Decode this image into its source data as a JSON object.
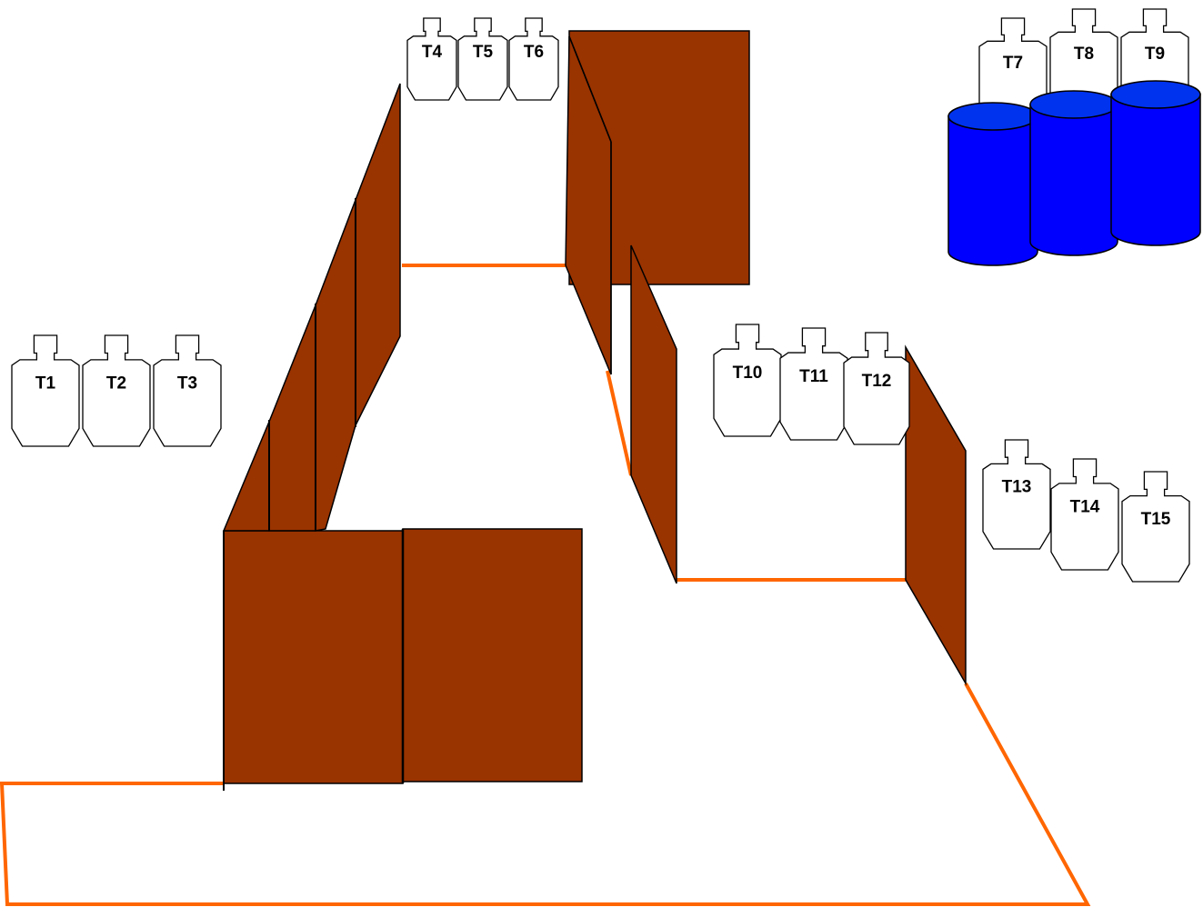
{
  "colors": {
    "background": "#ffffff",
    "wall_fill": "#993300",
    "wall_edge": "#000000",
    "fault_line": "#ff6600",
    "barrel_fill": "#0000ff",
    "barrel_top": "#0033ee",
    "target_fill": "#ffffff",
    "target_outline": "#000000"
  },
  "targets": [
    {
      "label": "T1"
    },
    {
      "label": "T2"
    },
    {
      "label": "T3"
    },
    {
      "label": "T4"
    },
    {
      "label": "T5"
    },
    {
      "label": "T6"
    },
    {
      "label": "T7"
    },
    {
      "label": "T8"
    },
    {
      "label": "T9"
    },
    {
      "label": "T10"
    },
    {
      "label": "T11"
    },
    {
      "label": "T12"
    },
    {
      "label": "T13"
    },
    {
      "label": "T14"
    },
    {
      "label": "T15"
    }
  ],
  "barrels": [
    {
      "icon": "barrel-icon",
      "color": "blue"
    },
    {
      "icon": "barrel-icon",
      "color": "blue"
    },
    {
      "icon": "barrel-icon",
      "color": "blue"
    }
  ]
}
